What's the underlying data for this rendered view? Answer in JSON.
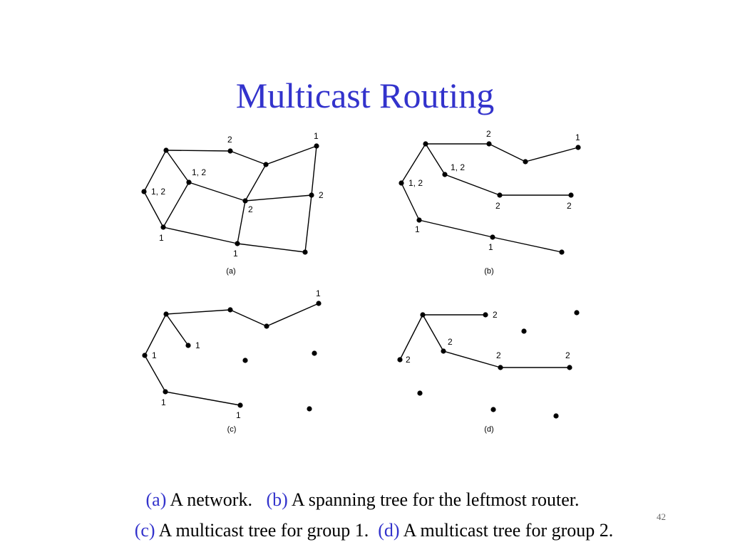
{
  "slide": {
    "title": "Multicast Routing",
    "number": "42"
  },
  "panels": [
    {
      "id": "a",
      "label": "(a)",
      "nodes": [
        {
          "id": "A",
          "label": ""
        },
        {
          "id": "B",
          "label": "2"
        },
        {
          "id": "C",
          "label": ""
        },
        {
          "id": "D",
          "label": "1"
        },
        {
          "id": "E",
          "label": "1, 2"
        },
        {
          "id": "F",
          "label": "1, 2"
        },
        {
          "id": "G",
          "label": "2"
        },
        {
          "id": "H",
          "label": "2"
        },
        {
          "id": "I",
          "label": "1"
        },
        {
          "id": "J",
          "label": "1"
        },
        {
          "id": "K",
          "label": ""
        }
      ],
      "edges": [
        [
          "A",
          "B"
        ],
        [
          "B",
          "C"
        ],
        [
          "C",
          "D"
        ],
        [
          "A",
          "F"
        ],
        [
          "A",
          "E"
        ],
        [
          "E",
          "G"
        ],
        [
          "C",
          "G"
        ],
        [
          "D",
          "H"
        ],
        [
          "G",
          "H"
        ],
        [
          "F",
          "I"
        ],
        [
          "E",
          "I"
        ],
        [
          "I",
          "J"
        ],
        [
          "G",
          "J"
        ],
        [
          "J",
          "K"
        ],
        [
          "H",
          "K"
        ]
      ]
    },
    {
      "id": "b",
      "label": "(b)",
      "nodes": [
        {
          "id": "A",
          "label": ""
        },
        {
          "id": "B",
          "label": "2"
        },
        {
          "id": "C",
          "label": ""
        },
        {
          "id": "D",
          "label": "1"
        },
        {
          "id": "E",
          "label": "1, 2"
        },
        {
          "id": "F",
          "label": "1, 2"
        },
        {
          "id": "G",
          "label": "2"
        },
        {
          "id": "H",
          "label": "2"
        },
        {
          "id": "I",
          "label": "1"
        },
        {
          "id": "J",
          "label": "1"
        },
        {
          "id": "K",
          "label": ""
        }
      ],
      "edges": [
        [
          "A",
          "B"
        ],
        [
          "B",
          "C"
        ],
        [
          "C",
          "D"
        ],
        [
          "A",
          "E"
        ],
        [
          "E",
          "G"
        ],
        [
          "G",
          "H"
        ],
        [
          "A",
          "F"
        ],
        [
          "F",
          "I"
        ],
        [
          "I",
          "J"
        ],
        [
          "J",
          "K"
        ]
      ]
    },
    {
      "id": "c",
      "label": "(c)",
      "nodes": [
        {
          "id": "A",
          "label": ""
        },
        {
          "id": "B",
          "label": ""
        },
        {
          "id": "C",
          "label": ""
        },
        {
          "id": "D",
          "label": "1"
        },
        {
          "id": "E",
          "label": "1"
        },
        {
          "id": "F",
          "label": "1"
        },
        {
          "id": "G",
          "label": ""
        },
        {
          "id": "H",
          "label": ""
        },
        {
          "id": "I",
          "label": "1"
        },
        {
          "id": "J",
          "label": "1"
        },
        {
          "id": "K",
          "label": ""
        }
      ],
      "edges": [
        [
          "A",
          "B"
        ],
        [
          "B",
          "C"
        ],
        [
          "C",
          "D"
        ],
        [
          "A",
          "E"
        ],
        [
          "A",
          "F"
        ],
        [
          "F",
          "I"
        ],
        [
          "I",
          "J"
        ]
      ]
    },
    {
      "id": "d",
      "label": "(d)",
      "nodes": [
        {
          "id": "A",
          "label": ""
        },
        {
          "id": "B",
          "label": "2"
        },
        {
          "id": "C",
          "label": ""
        },
        {
          "id": "D",
          "label": ""
        },
        {
          "id": "E",
          "label": "2"
        },
        {
          "id": "F",
          "label": "2"
        },
        {
          "id": "G",
          "label": "2"
        },
        {
          "id": "H",
          "label": "2"
        },
        {
          "id": "I",
          "label": ""
        },
        {
          "id": "J",
          "label": ""
        },
        {
          "id": "K",
          "label": ""
        }
      ],
      "edges": [
        [
          "A",
          "B"
        ],
        [
          "A",
          "E"
        ],
        [
          "E",
          "G"
        ],
        [
          "G",
          "H"
        ],
        [
          "A",
          "F"
        ]
      ]
    }
  ],
  "caption": {
    "line1": [
      {
        "tag": "(a)",
        "text": " A network.   "
      },
      {
        "tag": "(b)",
        "text": " A spanning tree for the leftmost router."
      }
    ],
    "line2": [
      {
        "tag": "(c)",
        "text": " A multicast tree for group 1.  "
      },
      {
        "tag": "(d)",
        "text": " A multicast tree for group 2."
      }
    ]
  },
  "colors": {
    "title": "#3333cc",
    "caption_tag": "#3333cc",
    "caption_text": "#000000",
    "graph": "#000000",
    "background": "#ffffff"
  }
}
